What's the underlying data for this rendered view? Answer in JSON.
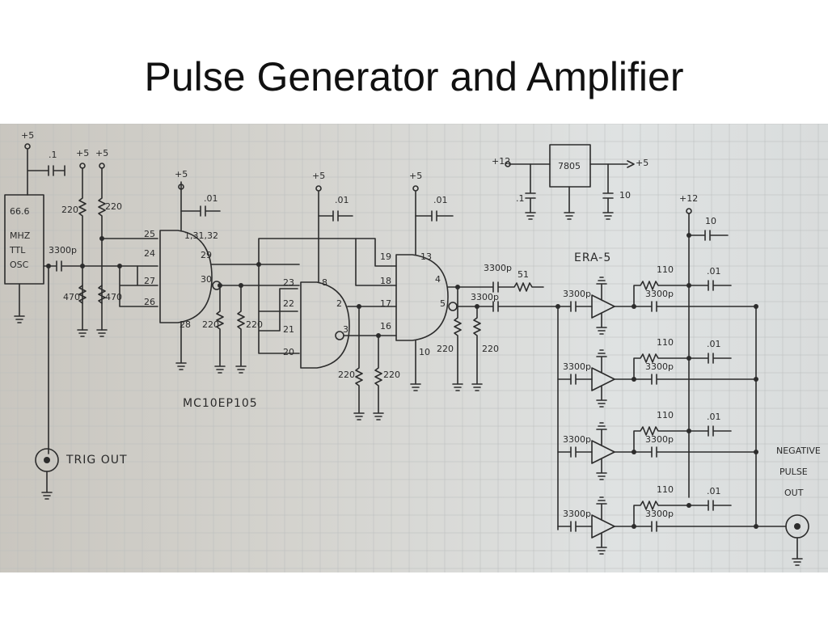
{
  "slide": {
    "title": "Pulse Generator and Amplifier"
  },
  "schematic": {
    "oscillator": {
      "freq": "66.6",
      "line2": "MHZ",
      "line3": "TTL",
      "line4": "OSC"
    },
    "chip_label": "MC10EP105",
    "amp_label": "ERA-5",
    "regulator": "7805",
    "supply_plus5": "+5",
    "supply_plus12": "+12",
    "trig_out": "TRIG OUT",
    "negative_pulse_out": [
      "NEGATIVE",
      "PULSE",
      "OUT"
    ],
    "cap_01": ".01",
    "cap_1": ".1",
    "cap_10": "10",
    "cap_3300": "3300p",
    "r_220": "220",
    "r_470": "470",
    "r_51": "51",
    "r_110": "110",
    "pins": {
      "p25": "25",
      "p24": "24",
      "p27": "27",
      "p26": "26",
      "p29": "29",
      "p30": "30",
      "p28": "28",
      "p13132": "1,31,32",
      "p23": "23",
      "p22": "22",
      "p21": "21",
      "p20": "20",
      "p8": "8",
      "p2": "2",
      "p3": "3",
      "p19": "19",
      "p18": "18",
      "p17": "17",
      "p16": "16",
      "p13": "13",
      "p4": "4",
      "p5": "5",
      "p10": "10"
    }
  }
}
